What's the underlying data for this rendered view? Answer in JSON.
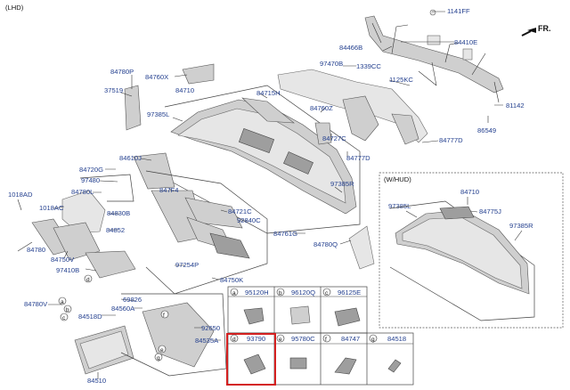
{
  "header": {
    "variant": "(LHD)",
    "direction": "FR."
  },
  "callouts": {
    "c1141FF": "1141FF",
    "c84410E": "84410E",
    "c84466B": "84466B",
    "c1339CC": "1339CC",
    "c97470B": "97470B",
    "c1125KC": "1125KC",
    "c81142": "81142",
    "c86549": "86549",
    "c84777D_a": "84777D",
    "c84777D_b": "84777D",
    "c84727C": "84727C",
    "c84760Z": "84760Z",
    "c84715H": "84715H",
    "c84760X": "84760X",
    "c84710": "84710",
    "c84780P": "84780P",
    "c37519": "37519",
    "c97385L": "97385L",
    "c84610J": "84610J",
    "c84720G": "84720G",
    "c97480": "97480",
    "c84780L": "84780L",
    "c1018AD": "1018AD",
    "c1018AC": "1018AC",
    "c84830B": "84830B",
    "c847F4": "847F4",
    "c84721C": "84721C",
    "c92840C": "92840C",
    "c84761G": "84761G",
    "c97385R": "97385R",
    "c84852": "84852",
    "c84780": "84780",
    "c84750V": "84750V",
    "c97410B": "97410B",
    "c97254P": "97254P",
    "c84750K": "84750K",
    "c84780Q": "84780Q",
    "c84780V": "84780V",
    "c84518D": "84518D",
    "c69826": "69826",
    "c84560A": "84560A",
    "c92650": "92650",
    "c84535A": "84535A",
    "c84510": "84510"
  },
  "hud_panel": {
    "title": "(W/HUD)",
    "c84710": "84710",
    "c97385L": "97385L",
    "c84775J": "84775J",
    "c97385R": "97385R"
  },
  "letters": [
    "a",
    "b",
    "c",
    "d",
    "e",
    "f",
    "g"
  ],
  "parts_table": {
    "row1": [
      {
        "letter": "a",
        "part": "95120H"
      },
      {
        "letter": "b",
        "part": "96120Q"
      },
      {
        "letter": "c",
        "part": "96125E"
      }
    ],
    "row2": [
      {
        "letter": "d",
        "part": "93790",
        "highlighted": true
      },
      {
        "letter": "e",
        "part": "95780C"
      },
      {
        "letter": "f",
        "part": "84747"
      },
      {
        "letter": "g",
        "part": "84518"
      }
    ],
    "highlight_color": "#d42020"
  }
}
